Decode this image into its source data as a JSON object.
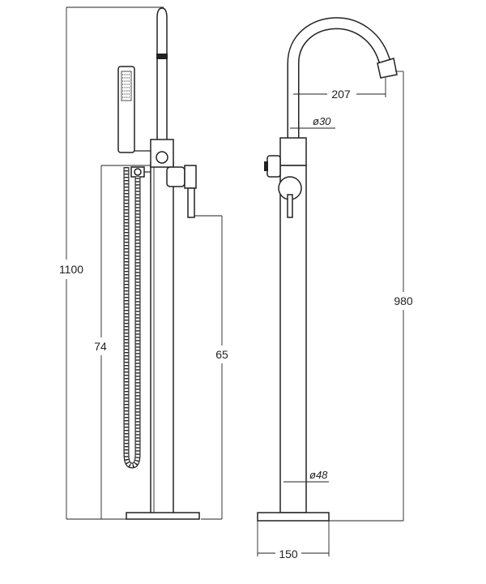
{
  "dimensions": {
    "overall_height": "1100",
    "hose_length": "74",
    "handle_height": "65",
    "spout_height": "980",
    "spout_reach": "207",
    "spout_diameter": "ø30",
    "body_diameter": "ø48",
    "base_width": "150"
  }
}
